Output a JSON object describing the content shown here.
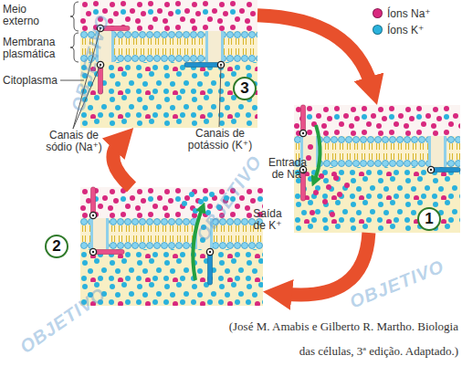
{
  "diagram": {
    "caption": "(José M. Amabis e Gilberto R. Martho. Biologia das células, 3ª edição. Adaptado.)",
    "nodes": [
      {
        "text": [
          "3"
        ]
      },
      {
        "text": [
          "1"
        ]
      },
      {
        "text": [
          "2"
        ]
      }
    ],
    "edges": [
      {
        "from": 0,
        "to": 1,
        "arrow": "to"
      },
      {
        "from": 1,
        "to": 2,
        "arrow": "to"
      },
      {
        "from": 2,
        "to": 0,
        "arrow": "to"
      }
    ],
    "labels": [
      "Meio externo",
      "Membrana plasmática",
      "Citoplasma",
      "Canais de sódio (Na⁺)",
      "Canais de potássio (K⁺)",
      "Entrada de Na⁺",
      "Saída de K⁺",
      "OBJETIVO",
      "OBJETIVO",
      "OBJETIVO",
      "OBJETIVO"
    ],
    "legend": [
      {
        "text": "Íons Na⁺",
        "color": "#d8287e"
      },
      {
        "text": "Íons K⁺",
        "color": "#2ab2dc"
      }
    ]
  }
}
